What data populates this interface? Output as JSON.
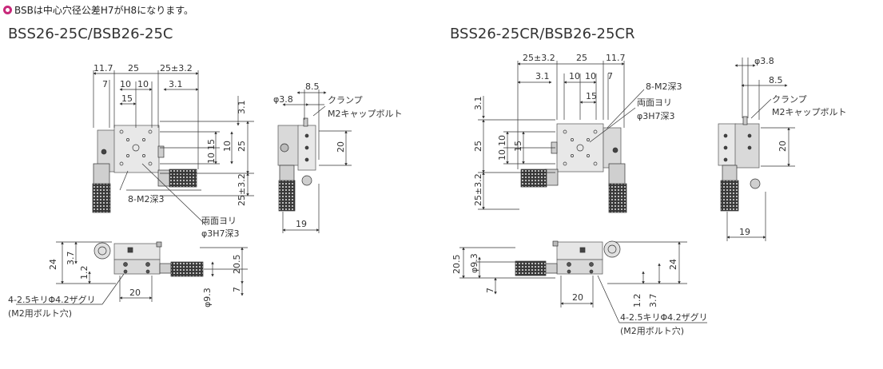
{
  "note": {
    "text": "BSBは中心穴径公差H7がH8になります。",
    "icon": "circle-bullet-icon",
    "icon_color": "#c8287a"
  },
  "models": {
    "left": "BSS26-25C/BSB26-25C",
    "right": "BSS26-25CR/BSB26-25CR"
  },
  "left": {
    "top_dims": [
      "11.7",
      "25",
      "25±3.2",
      "7",
      "10",
      "10",
      "3.1",
      "15"
    ],
    "right_dims": [
      "3.1",
      "15",
      "10",
      "10",
      "25",
      "25±3.2"
    ],
    "callouts": [
      "8-M2深3",
      "両面ヨリ",
      "φ3H7深3"
    ],
    "side_dims": [
      "8.5",
      "φ3.8",
      "20",
      "19"
    ],
    "side_labels": [
      "クランプ",
      "M2キャップボルト"
    ],
    "front_dims": [
      "24",
      "3.7",
      "1.2",
      "20.5",
      "7",
      "φ9.3",
      "20"
    ],
    "front_callouts": [
      "4-2.5キリΦ4.2ザグリ",
      "(M2用ボルト穴)"
    ]
  },
  "right": {
    "top_dims": [
      "25±3.2",
      "25",
      "11.7",
      "3.1",
      "10",
      "10",
      "7",
      "15"
    ],
    "left_dims": [
      "3.1",
      "10",
      "10",
      "15",
      "25",
      "25±3.2"
    ],
    "callouts": [
      "8-M2深3",
      "両面ヨリ",
      "φ3H7深3"
    ],
    "side_dims": [
      "φ3.8",
      "8.5",
      "20",
      "19"
    ],
    "side_labels": [
      "クランプ",
      "M2キャップボルト"
    ],
    "front_dims": [
      "20.5",
      "φ9.3",
      "7",
      "24",
      "20",
      "1.2",
      "3.7"
    ],
    "front_callouts": [
      "4-2.5キリΦ4.2ザグリ",
      "(M2用ボルト穴)"
    ]
  }
}
